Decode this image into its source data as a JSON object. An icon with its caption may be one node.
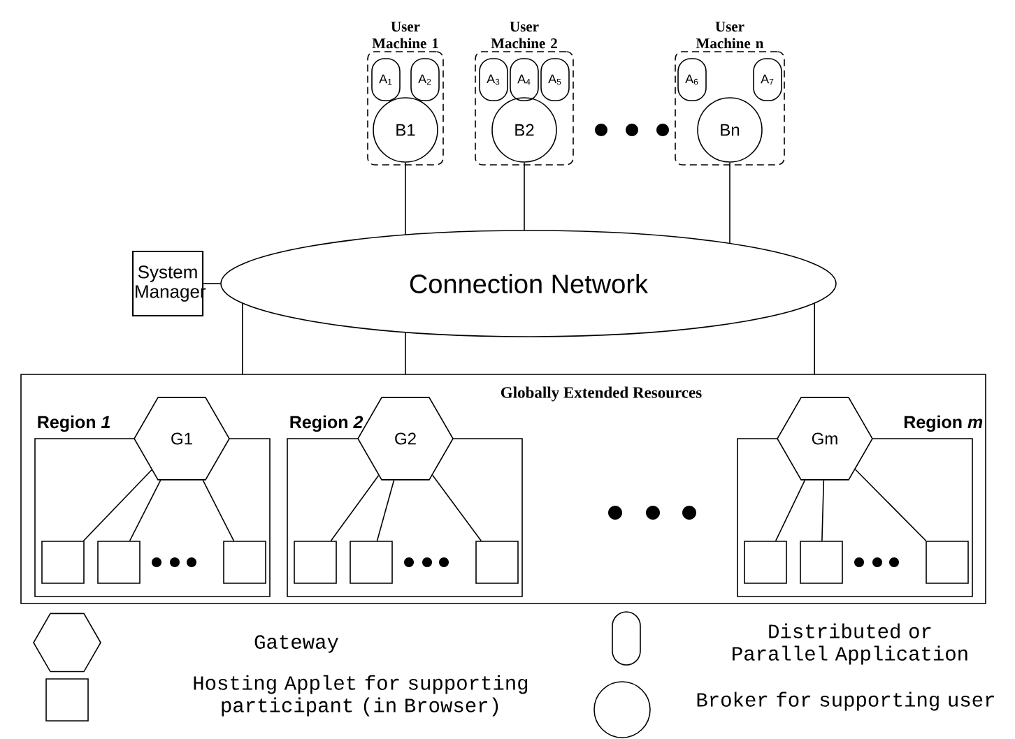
{
  "diagram": {
    "nodes": [
      {
        "text": [
          "System Manager"
        ]
      },
      {
        "text": [
          "User Machine 1"
        ]
      },
      {
        "text": [
          "A$_{1}$"
        ],
        "in": 1
      },
      {
        "text": [
          "A$_{2}$"
        ],
        "in": 1
      },
      {
        "text": [
          "B1"
        ],
        "in": 1
      },
      {
        "text": [
          "User Machine 2"
        ]
      },
      {
        "text": [
          "A$_{3}$"
        ],
        "in": 5
      },
      {
        "text": [
          "A$_{4}$"
        ],
        "in": 5
      },
      {
        "text": [
          "A$_{5}$"
        ],
        "in": 5
      },
      {
        "text": [
          "B2"
        ],
        "in": 5
      },
      {
        "text": [
          "User Machine n"
        ]
      },
      {
        "text": [
          "A$_{6}$"
        ],
        "in": 10
      },
      {
        "text": [
          "A$_{7}$"
        ],
        "in": 10
      },
      {
        "text": [
          "Bn"
        ],
        "in": 10
      },
      {
        "text": [
          "Connection Network"
        ]
      },
      {
        "text": [
          "Globally Extended Resources"
        ]
      },
      {
        "text": [
          "Region *1*"
        ],
        "in": 15
      },
      {
        "text": [
          "G1"
        ],
        "in": 15
      },
      {
        "text": [],
        "shape": "box",
        "in": 16
      },
      {
        "text": [],
        "shape": "box",
        "in": 16
      },
      {
        "text": [],
        "shape": "box",
        "in": 16
      },
      {
        "text": [
          "Region *2*"
        ],
        "in": 15
      },
      {
        "text": [
          "G2"
        ],
        "in": 15
      },
      {
        "text": [],
        "shape": "box",
        "in": 21
      },
      {
        "text": [],
        "shape": "box",
        "in": 21
      },
      {
        "text": [],
        "shape": "box",
        "in": 21
      },
      {
        "text": [
          "Region *m*"
        ],
        "in": 15
      },
      {
        "text": [
          "Gm"
        ],
        "in": 15
      },
      {
        "text": [],
        "shape": "box",
        "in": 26
      },
      {
        "text": [],
        "shape": "box",
        "in": 26
      },
      {
        "text": [],
        "shape": "box",
        "in": 26
      }
    ],
    "edges": [
      {
        "from": 0,
        "to": 14,
        "arrow": "none"
      },
      {
        "from": 4,
        "to": 14,
        "arrow": "none"
      },
      {
        "from": 9,
        "to": 14,
        "arrow": "none"
      },
      {
        "from": 13,
        "to": 14,
        "arrow": "none"
      },
      {
        "from": 14,
        "to": 15,
        "arrow": "none"
      },
      {
        "from": 14,
        "to": 15,
        "arrow": "none"
      },
      {
        "from": 14,
        "to": 15,
        "arrow": "none"
      },
      {
        "from": 17,
        "to": 18,
        "arrow": "none"
      },
      {
        "from": 17,
        "to": 19,
        "arrow": "none"
      },
      {
        "from": 17,
        "to": 20,
        "arrow": "none"
      },
      {
        "from": 22,
        "to": 23,
        "arrow": "none"
      },
      {
        "from": 22,
        "to": 24,
        "arrow": "none"
      },
      {
        "from": 22,
        "to": 25,
        "arrow": "none"
      },
      {
        "from": 27,
        "to": 28,
        "arrow": "none"
      },
      {
        "from": 27,
        "to": 29,
        "arrow": "none"
      },
      {
        "from": 27,
        "to": 30,
        "arrow": "none"
      }
    ],
    "legend": [
      {
        "text": "Gateway"
      },
      {
        "text": "Distributed or Parallel Application"
      },
      {
        "text": "Hosting Applet for supporting participant (in Browser)"
      },
      {
        "text": "Broker for supporting user"
      }
    ]
  }
}
